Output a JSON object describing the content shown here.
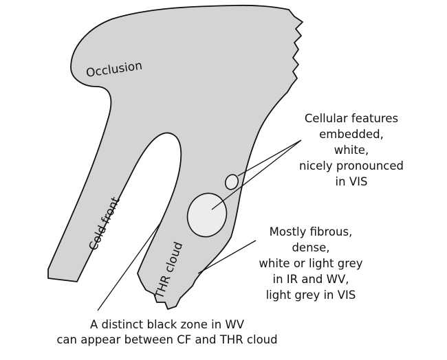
{
  "colors": {
    "cloud_fill": "#d4d4d4",
    "feature_fill": "#ececec",
    "outline": "#111111",
    "background": "#ffffff"
  },
  "labels": {
    "occlusion": "Occlusion",
    "cold_front": "Cold front",
    "thr_cloud": "THR cloud"
  },
  "annotations": {
    "cellular": [
      "Cellular features",
      "embedded,",
      "white,",
      "nicely pronounced",
      "in VIS"
    ],
    "fibrous": [
      "Mostly fibrous,",
      "dense,",
      "white or light grey",
      "in IR and WV,",
      "light grey in VIS"
    ],
    "black_zone": [
      "A distinct black zone in WV",
      "can appear between CF and THR cloud"
    ]
  }
}
